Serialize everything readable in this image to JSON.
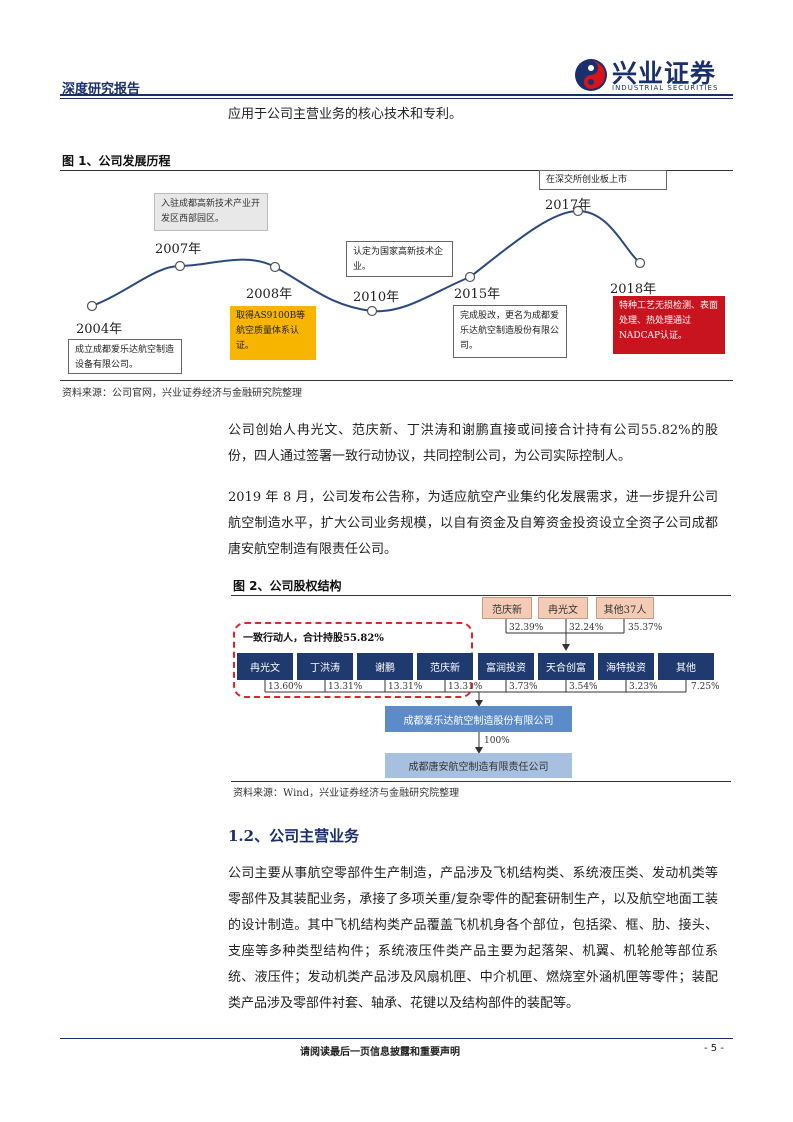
{
  "header": {
    "report_type": "深度研究报告",
    "logo_cn": "兴业证券",
    "logo_en": "INDUSTRIAL SECURITIES"
  },
  "intro_line": "应用于公司主营业务的核心技术和专利。",
  "figure1": {
    "title": "图 1、公司发展历程",
    "events": [
      {
        "year": "2004年",
        "text": "成立成都爱乐达航空制造设备有限公司。",
        "style": "plain"
      },
      {
        "year": "2007年",
        "text": "入驻成都高新技术产业开发区西部园区。",
        "style": "gray"
      },
      {
        "year": "2008年",
        "text": "取得AS9100B等航空质量体系认证。",
        "style": "yellow"
      },
      {
        "year": "2010年",
        "text": "认定为国家高新技术企业。",
        "style": "plain"
      },
      {
        "year": "2015年",
        "text": "完成股改，更名为成都爱乐达航空制造股份有限公司。",
        "style": "plain"
      },
      {
        "year": "2017年",
        "text": "在深交所创业板上市",
        "style": "plain"
      },
      {
        "year": "2018年",
        "text": "特种工艺无损检测、表面处理、热处理通过NADCAP认证。",
        "style": "red"
      }
    ],
    "source": "资料来源：公司官网，兴业证券经济与金融研究院整理"
  },
  "para1": "公司创始人冉光文、范庆新、丁洪涛和谢鹏直接或间接合计持有公司55.82%的股份，四人通过签署一致行动协议，共同控制公司，为公司实际控制人。",
  "para2": "2019 年 8 月，公司发布公告称，为适应航空产业集约化发展需求，进一步提升公司航空制造水平，扩大公司业务规模，以自有资金及自筹资金投资设立全资子公司成都唐安航空制造有限责任公司。",
  "figure2": {
    "title": "图 2、公司股权结构",
    "top_holders": [
      {
        "name": "范庆新",
        "pct": "32.39%"
      },
      {
        "name": "冉光文",
        "pct": "32.24%"
      },
      {
        "name": "其他37人",
        "pct": "35.37%"
      }
    ],
    "group_label": "一致行动人，合计持股55.82%",
    "shareholders": [
      {
        "name": "冉光文",
        "pct": "13.60%"
      },
      {
        "name": "丁洪涛",
        "pct": "13.31%"
      },
      {
        "name": "谢鹏",
        "pct": "13.31%"
      },
      {
        "name": "范庆新",
        "pct": "13.31%"
      },
      {
        "name": "富润投资",
        "pct": "3.73%"
      },
      {
        "name": "天合创富",
        "pct": "3.54%"
      },
      {
        "name": "海特投资",
        "pct": "3.23%"
      },
      {
        "name": "其他",
        "pct": "7.25%"
      }
    ],
    "company": "成都爱乐达航空制造股份有限公司",
    "sub_pct": "100%",
    "subsidiary": "成都唐安航空制造有限责任公司",
    "source": "资料来源：Wind，兴业证券经济与金融研究院整理"
  },
  "section": {
    "heading": "1.2、公司主营业务",
    "body": "公司主要从事航空零部件生产制造，产品涉及飞机结构类、系统液压类、发动机类等零部件及其装配业务，承接了多项关重/复杂零件的配套研制生产，以及航空地面工装的设计制造。其中飞机结构类产品覆盖飞机机身各个部位，包括梁、框、肋、接头、支座等多种类型结构件；系统液压件类产品主要为起落架、机翼、机轮舱等部位系统、液压件；发动机类产品涉及风扇机匣、中介机匣、燃烧室外涵机匣等零件；装配类产品涉及零部件衬套、轴承、花键以及结构部件的装配等。"
  },
  "footer": {
    "notice": "请阅读最后一页信息披露和重要声明",
    "page": "- 5 -"
  }
}
